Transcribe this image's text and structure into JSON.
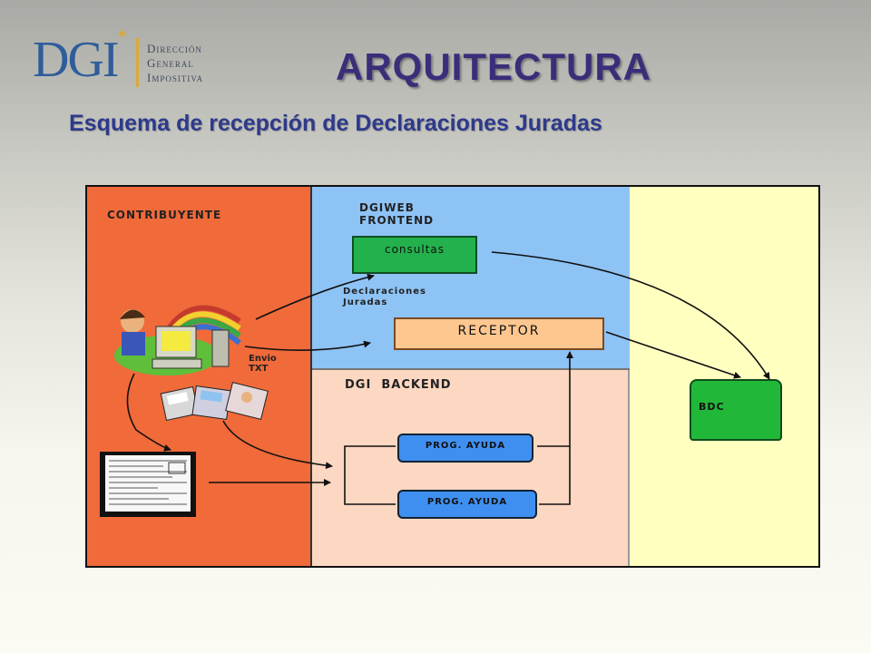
{
  "logo": {
    "mark": "DGI",
    "lines": [
      "Dirección",
      "General",
      "Impositiva"
    ]
  },
  "slide": {
    "title": "ARQUITECTURA",
    "subtitle": "Esquema de recepción de Declaraciones Juradas"
  },
  "diagram": {
    "zones": {
      "contribuyente": "CONTRIBUYENTE",
      "frontend_line1": "DGIWEB",
      "frontend_line2": "FRONTEND",
      "backend": "DGI  BACKEND"
    },
    "boxes": {
      "consultas": "consultas",
      "receptor": "RECEPTOR",
      "prog_ayuda_1": "PROG. AYUDA",
      "prog_ayuda_2": "PROG. AYUDA",
      "bdc": "BDC"
    },
    "labels": {
      "declaraciones_line1": "Declaraciones",
      "declaraciones_line2": "Juradas",
      "envio_line1": "Envio",
      "envio_line2": "TXT"
    },
    "colors": {
      "contribuyente": "#f06a3a",
      "frontend": "#8ec3f5",
      "backend": "#fcd7c1",
      "bdc_zone": "#ffffc0",
      "consultas": "#22b14c",
      "receptor": "#fdc78f",
      "prog_ayuda": "#3f8ff0",
      "bdc": "#21b83a"
    },
    "icons": [
      "user-at-computer-clipart",
      "diskettes-clipart",
      "tax-form-document"
    ]
  }
}
